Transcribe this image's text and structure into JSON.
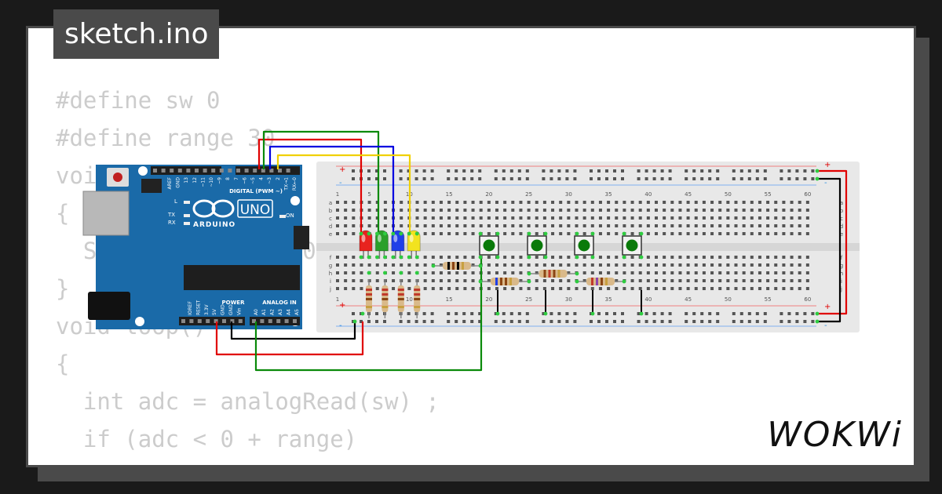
{
  "header": {
    "title": "sketch.ino"
  },
  "code": {
    "lines": [
      "#define sw 0",
      "#define range 30",
      "void setup()",
      "{",
      "  Serial.begin(9600);",
      "}",
      "void loop()",
      "{",
      "  int adc = analogRead(sw) ;",
      "  if (adc < 0 + range)",
      "  {"
    ]
  },
  "brand": {
    "name": "WOKWi"
  },
  "arduino": {
    "model": "UNO",
    "brand": "ARDUINO",
    "digital_label": "DIGITAL (PWM ~)",
    "power_label": "POWER",
    "analog_label": "ANALOG IN",
    "led_l": "L",
    "led_tx": "TX",
    "led_rx": "RX",
    "on_label": "ON",
    "top_pins": [
      "AREF",
      "GND",
      "13",
      "12",
      "~11",
      "~10",
      "~9",
      "8",
      "7",
      "~6",
      "~5",
      "4",
      "~3",
      "2",
      "TX→1",
      "RX←0"
    ],
    "bottom_pins": [
      "IOREF",
      "RESET",
      "3.3V",
      "5V",
      "GND",
      "GND",
      "Vin",
      "A0",
      "A1",
      "A2",
      "A3",
      "A4",
      "A5"
    ]
  },
  "breadboard": {
    "columns": [
      "1",
      "5",
      "10",
      "15",
      "20",
      "25",
      "30",
      "35",
      "40",
      "45",
      "50",
      "55",
      "60"
    ],
    "rows_top": [
      "a",
      "b",
      "c",
      "d",
      "e"
    ],
    "rows_bottom": [
      "f",
      "g",
      "h",
      "i",
      "j"
    ],
    "plus": "+",
    "minus": "-"
  },
  "components": {
    "led_colors": [
      "#e8231f",
      "#2aa02a",
      "#1f3fe8",
      "#f2e31f"
    ],
    "wire_colors": {
      "red": "#e00000",
      "green": "#0a8a0a",
      "blue": "#0000e0",
      "yellow": "#f0d000",
      "black": "#000000"
    },
    "button_color": "#0a7a0a"
  }
}
